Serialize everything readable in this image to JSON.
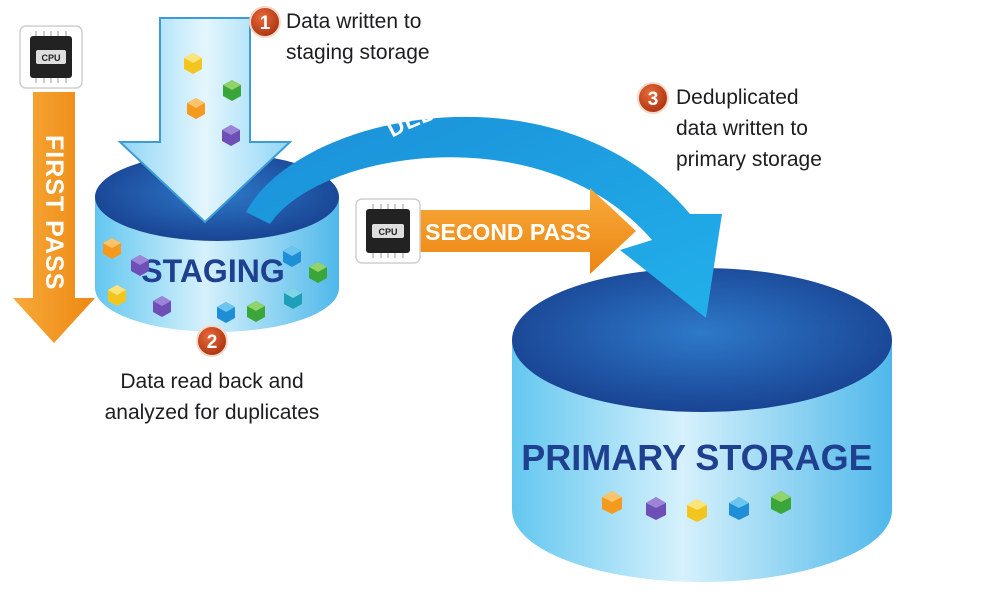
{
  "steps": [
    {
      "number": "1",
      "lines": [
        "Data written to",
        "staging storage"
      ]
    },
    {
      "number": "2",
      "lines": [
        "Data read back and",
        "analyzed for duplicates"
      ]
    },
    {
      "number": "3",
      "lines": [
        "Deduplicated",
        "data written to",
        "primary storage"
      ]
    }
  ],
  "labels": {
    "first_pass": "FIRST PASS",
    "second_pass": "SECOND PASS",
    "deduplication": "DEDUPLICATION",
    "staging": "STAGING",
    "primary_storage": "PRIMARY STORAGE",
    "cpu": "CPU"
  },
  "colors": {
    "orange": "#f39a1f",
    "blue_arrow": "#1aa6e4",
    "cylinder_top": "#1f5fb0",
    "cylinder_side": "#5ec3ee",
    "label_text": "#1f3f8f",
    "badge": "#c0451d"
  }
}
